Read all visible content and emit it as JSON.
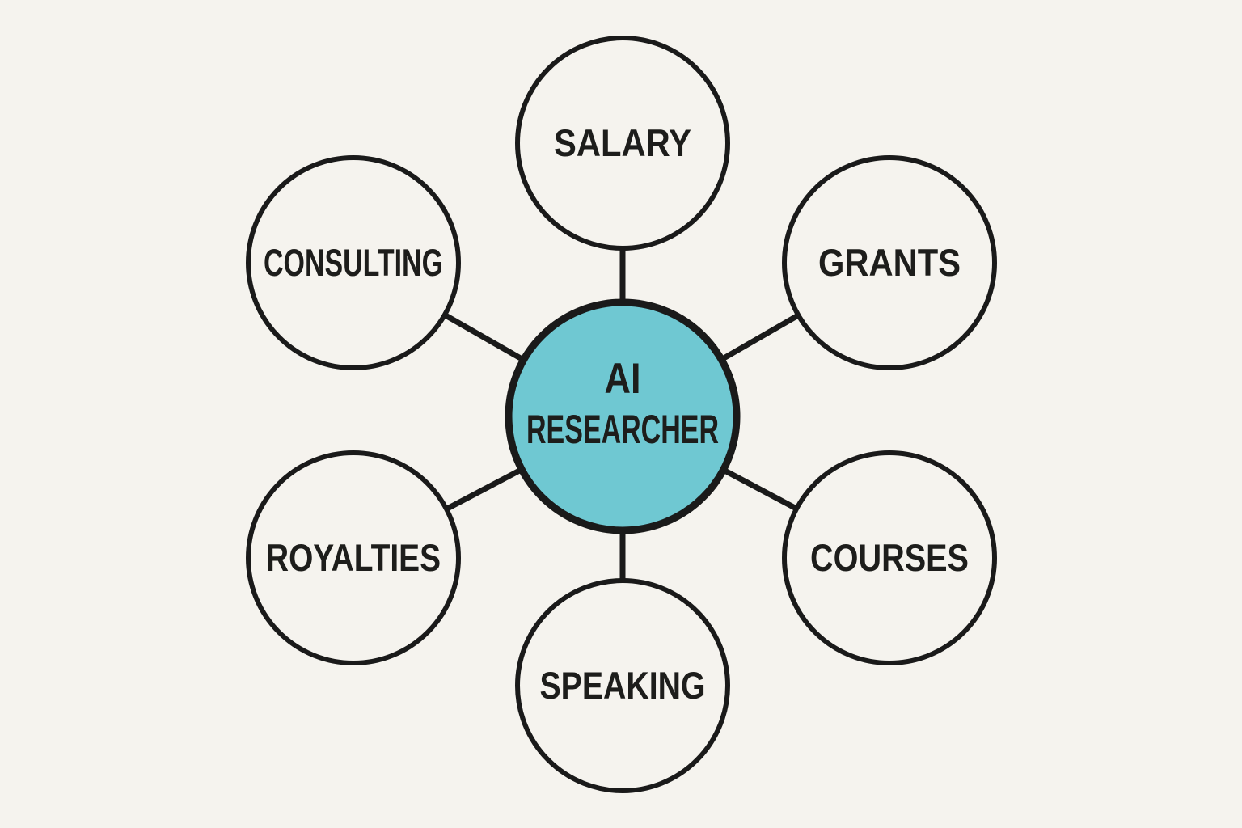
{
  "diagram": {
    "type": "hub-and-spoke",
    "center": {
      "label_line1": "AI",
      "label_line2": "RESEARCHER"
    },
    "satellites": [
      {
        "label": "SALARY"
      },
      {
        "label": "GRANTS"
      },
      {
        "label": "COURSES"
      },
      {
        "label": "SPEAKING"
      },
      {
        "label": "ROYALTIES"
      },
      {
        "label": "CONSULTING"
      }
    ],
    "colors": {
      "background": "#f5f3ee",
      "node_fill": "#f5f3ee",
      "center_fill": "#6fc8d2",
      "stroke": "#1a1a1a",
      "text": "#1d1d1b"
    }
  }
}
